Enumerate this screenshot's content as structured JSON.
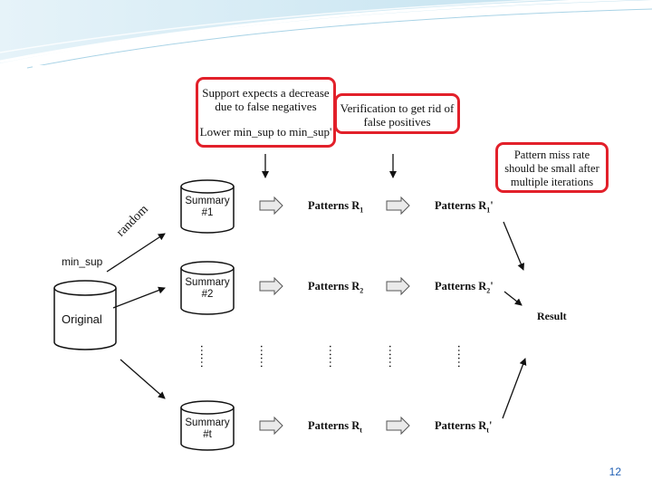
{
  "callouts": {
    "support": [
      "Support expects a decrease",
      "due to false negatives",
      "Lower min_sup to min_sup'"
    ],
    "verification": [
      "Verification to get rid of",
      "false positives"
    ],
    "miss_rate": [
      "Pattern miss rate",
      "should be small after",
      "multiple iterations"
    ]
  },
  "input": {
    "min_sup": "min_sup",
    "random": "random",
    "original": "Original"
  },
  "summaries": [
    {
      "line1": "Summary",
      "line2": "#1"
    },
    {
      "line1": "Summary",
      "line2": "#2"
    },
    {
      "line1": "Summary",
      "line2": "#t"
    }
  ],
  "patterns": [
    {
      "base": "Patterns R",
      "sub": "1",
      "prime_sub": "1",
      "prime": "'"
    },
    {
      "base": "Patterns R",
      "sub": "2",
      "prime_sub": "2",
      "prime": "'"
    },
    {
      "base": "Patterns R",
      "sub": "t",
      "prime_sub": "t",
      "prime": "'"
    }
  ],
  "ellipsis": "……",
  "result": "Result",
  "slide_number": "12",
  "colors": {
    "callout_border": "#e2202a",
    "slide_number": "#1f5fb4",
    "header_band": "#cfe8f3"
  }
}
